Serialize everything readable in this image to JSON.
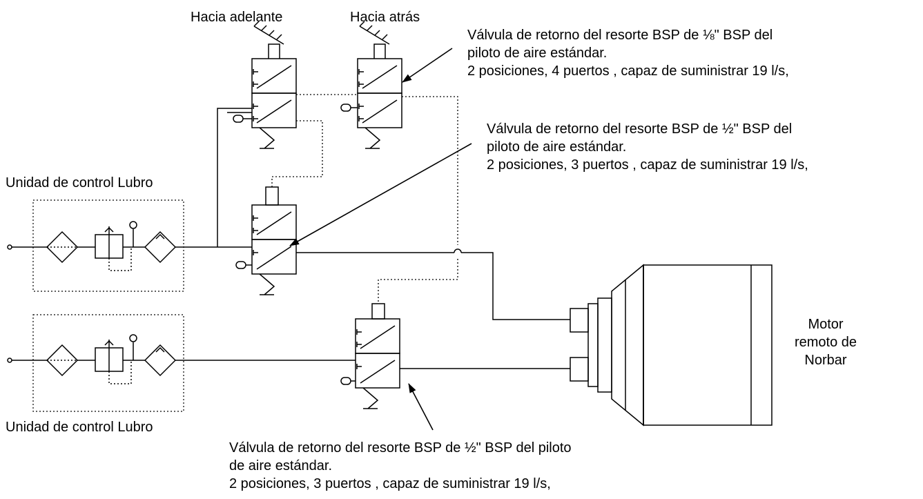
{
  "labels": {
    "forward": "Hacia adelante",
    "backward": "Hacia atrás",
    "valve_top_right": {
      "line1": "Válvula de retorno del resorte BSP de ⅛\" BSP del",
      "line2": "piloto de aire estándar.",
      "line3": "2 posiciones, 4 puertos , capaz de suministrar 19 l/s,"
    },
    "valve_mid_right": {
      "line1": "Válvula de retorno del resorte BSP de ½\" BSP del",
      "line2": "piloto de aire estándar.",
      "line3": "2 posiciones, 3 puertos , capaz de suministrar 19 l/s,"
    },
    "valve_bottom": {
      "line1": "Válvula de retorno del resorte BSP de ½\" BSP del piloto",
      "line2": "de aire estándar.",
      "line3": "2 posiciones, 3 puertos , capaz de suministrar 19 l/s,"
    },
    "lubro_top": "Unidad de control Lubro",
    "lubro_bottom": "Unidad de control Lubro",
    "motor": {
      "line1": "Motor",
      "line2": "remoto de",
      "line3": "Norbar"
    }
  }
}
